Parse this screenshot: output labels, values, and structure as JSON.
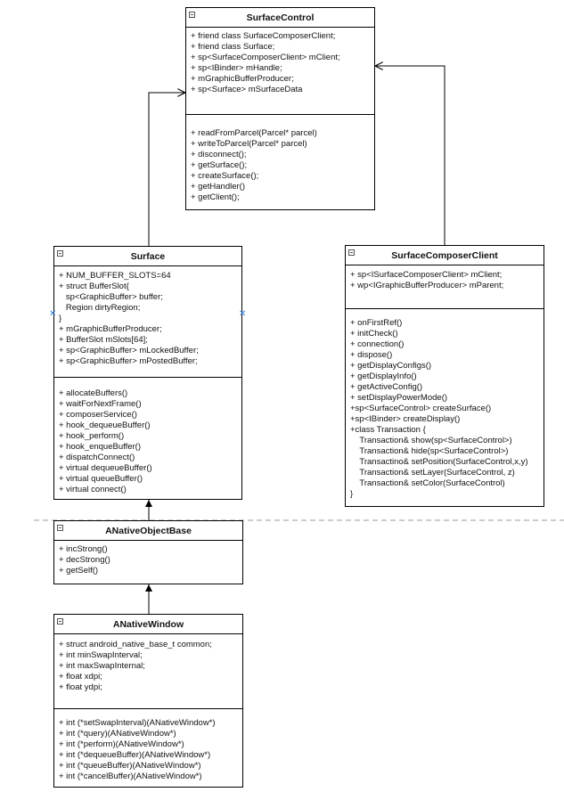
{
  "classes": {
    "surface_control": {
      "name": "SurfaceControl",
      "attributes": [
        "+ friend class SurfaceComposerClient;",
        "+ friend class Surface;",
        "+ sp<SurfaceComposerClient> mClient;",
        "+ sp<IBinder> mHandle;",
        "+ mGraphicBufferProducer;",
        "+ sp<Surface> mSurfaceData"
      ],
      "methods": [
        "+ readFromParcel(Parcel* parcel)",
        "+ writeToParcel(Parcel* parcel)",
        "+ disconnect();",
        "+ getSurface();",
        "+ createSurface();",
        "+ getHandler()",
        "+ getClient();"
      ]
    },
    "surface": {
      "name": "Surface",
      "attributes": [
        "+ NUM_BUFFER_SLOTS=64",
        "+ struct BufferSlot{",
        "   sp<GraphicBuffer> buffer;",
        "   Region dirtyRegion;",
        "}",
        "+ mGraphicBufferProducer;",
        "+ BufferSlot mSlots[64];",
        "+ sp<GraphicBuffer> mLockedBuffer;",
        "+ sp<GraphicBuffer> mPostedBuffer;"
      ],
      "methods": [
        "+ allocateBuffers()",
        "+ waitForNextFrame()",
        "+ composerService()",
        "+ hook_dequeueBuffer()",
        "+ hook_perform()",
        "+ hook_enqueBuffer()",
        "+ dispatchConnect()",
        "+ virtual dequeueBuffer()",
        "+ virtual queueBuffer()",
        "+ virtual connect()"
      ]
    },
    "surface_composer_client": {
      "name": "SurfaceComposerClient",
      "attributes": [
        "+ sp<ISurfaceComposerClient> mClient;",
        "+ wp<IGraphicBufferProducer> mParent;"
      ],
      "methods": [
        "+ onFirstRef()",
        "+ initCheck()",
        "+ connection()",
        "+ dispose()",
        "+ getDisplayConfigs()",
        "+ getDisplayInfo()",
        "+ getActiveConfig()",
        "+ setDisplayPowerMode()",
        "+sp<SurfaceControl> createSurface()",
        "+sp<IBinder> createDisplay()",
        "+class Transaction {",
        "    Transaction& show(sp<SurfaceControl>)",
        "    Transaction& hide(sp<SurfaceControl>)",
        "    Transactino& setPosition(SurfaceControl,x,y)",
        "    Transaction& setLayer(SurfaceControl, z)",
        "    Transaction& setColor(SurfaceControl)",
        "}"
      ]
    },
    "anative_object_base": {
      "name": "ANativeObjectBase",
      "attributes": [
        "+ incStrong()",
        "+ decStrong()",
        "+ getSelf()"
      ],
      "methods": []
    },
    "anative_window": {
      "name": "ANativeWindow",
      "attributes": [
        "+ struct android_native_base_t common;",
        "+ int minSwapInterval;",
        "+ int maxSwapInternal;",
        "+ float xdpi;",
        "+ float ydpi;"
      ],
      "methods": [
        "+ int (*setSwapInterval)(ANativeWindow*)",
        "+ int (*query)(ANativeWindow*)",
        "+ int (*perform)(ANativeWindow*)",
        "+ int (*dequeueBuffer)(ANativeWindow*)",
        "+ int (*queueBuffer)(ANativeWindow*)",
        "+ int (*cancelBuffer)(ANativeWindow*)"
      ]
    }
  },
  "colors": {
    "line": "#000000",
    "separator": "#999999",
    "selection": "#2a7bd6"
  }
}
